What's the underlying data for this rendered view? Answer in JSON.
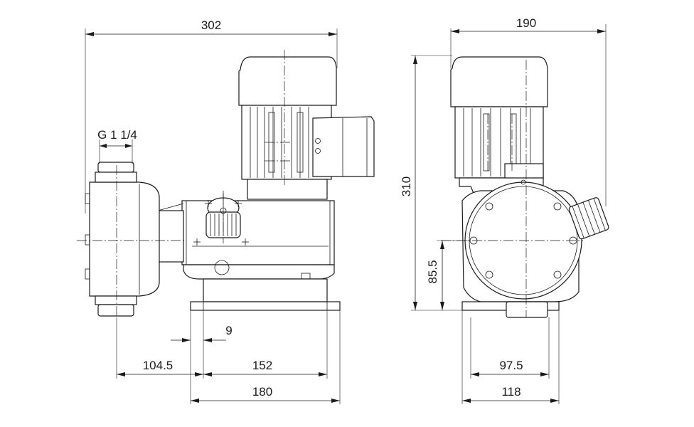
{
  "dimensions": {
    "overall_width_side": "302",
    "overall_width_front": "190",
    "overall_height": "310",
    "thread_size": "G 1 1/4",
    "offset_small": "9",
    "dist_head_to_foot": "104.5",
    "foot_hole_spacing": "152",
    "foot_length": "180",
    "shaft_height": "85.5",
    "front_hole_spacing": "97.5",
    "front_foot_width": "118"
  },
  "colors": {
    "line": "#1a1a1a",
    "background": "#ffffff"
  }
}
